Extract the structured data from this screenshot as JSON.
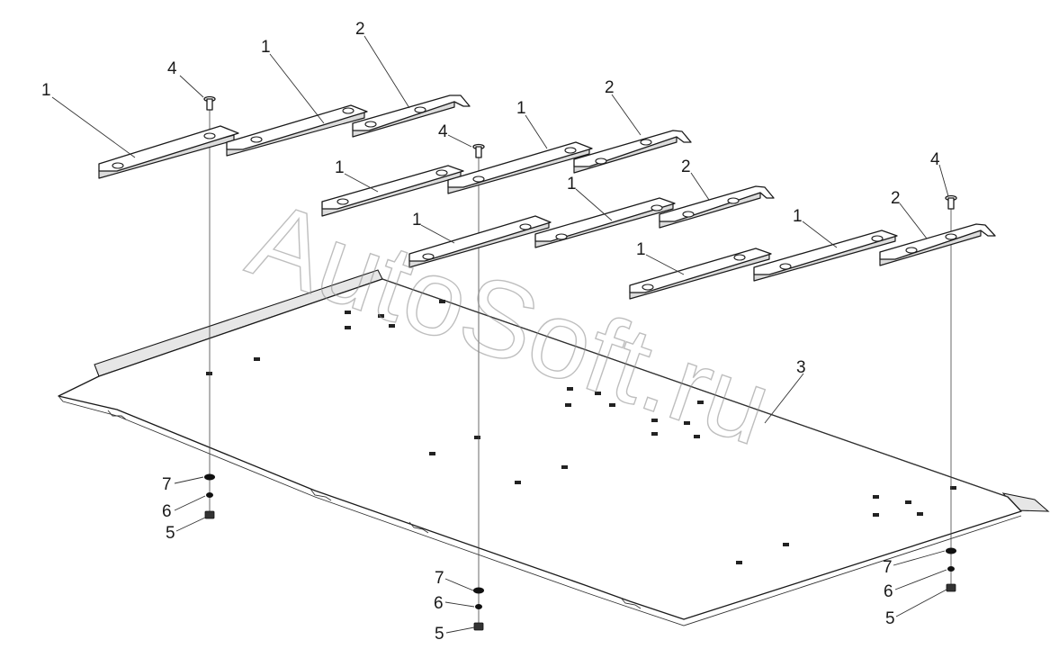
{
  "watermark": "AutoSoft.ru",
  "callouts": {
    "c1a": "1",
    "c1b": "1",
    "c1c": "1",
    "c1d": "1",
    "c1e": "1",
    "c1f": "1",
    "c1g": "1",
    "c1h": "1",
    "c2a": "2",
    "c2b": "2",
    "c2c": "2",
    "c2d": "2",
    "c3": "3",
    "c4a": "4",
    "c4b": "4",
    "c4c": "4",
    "c5a": "5",
    "c5b": "5",
    "c5c": "5",
    "c6a": "6",
    "c6b": "6",
    "c6c": "6",
    "c7a": "7",
    "c7b": "7",
    "c7c": "7"
  }
}
